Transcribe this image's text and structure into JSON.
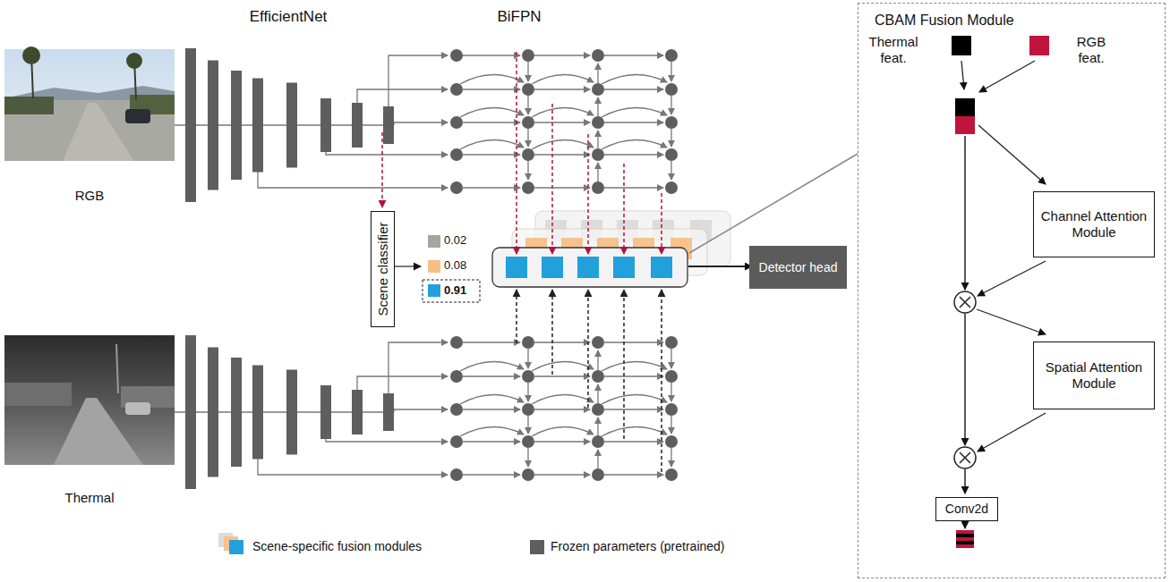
{
  "diagram": {
    "nodes": [
      {
        "text": [
          "Scene classifier"
        ]
      },
      {
        "text": [
          "Detector head"
        ]
      },
      {
        "text": [
          "CBAM Fusion Module"
        ]
      },
      {
        "text": [
          "Channel Attention Module"
        ],
        "in": 2
      },
      {
        "text": [
          "Spatial Attention Module"
        ],
        "in": 2
      },
      {
        "text": [
          "Conv2d"
        ],
        "in": 2
      }
    ],
    "labels": [
      "EfficientNet",
      "BiFPN",
      "RGB",
      "Thermal",
      "0.02",
      "0.08",
      "0.91",
      "Thermal feat.",
      "RGB feat."
    ],
    "legend": [
      {
        "text": "Scene-specific fusion modules",
        "color": "#22a0dc"
      },
      {
        "text": "Frozen parameters (pretrained)",
        "color": "#5e5e5e"
      }
    ]
  }
}
